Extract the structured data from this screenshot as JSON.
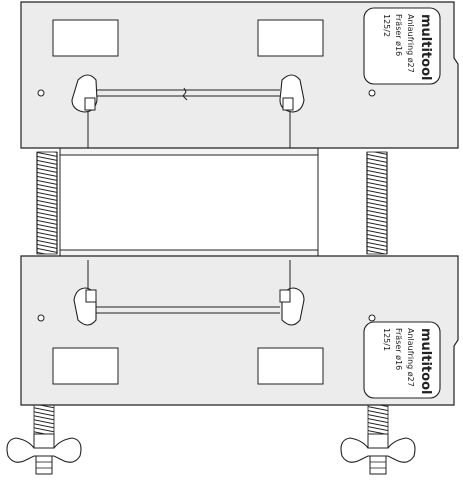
{
  "upper_plate": {
    "brand": "multitool",
    "line1": "Anlaufring ø27",
    "line2": "Fräser ø16",
    "part_no": "125/2"
  },
  "lower_plate": {
    "brand": "multitool",
    "line1": "Anlaufring ø27",
    "line2": "Fräser ø16",
    "part_no": "125/1"
  },
  "colors": {
    "plate_fill": "#ececec",
    "window_fill": "#ffffff",
    "stroke": "#222222"
  }
}
